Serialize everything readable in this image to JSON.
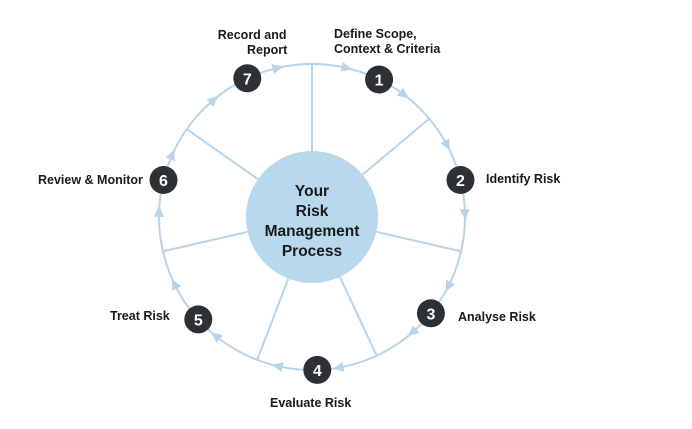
{
  "colors": {
    "ring": "#b7d4ea",
    "center_fill": "#b8d8ee",
    "badge": "#2e3133",
    "badge_text": "#ffffff",
    "text": "#1a1a1a"
  },
  "center": {
    "lines": [
      "Your",
      "Risk",
      "Management",
      "Process"
    ]
  },
  "steps": [
    {
      "number": "1",
      "label": [
        "Define Scope,",
        "Context & Criteria"
      ]
    },
    {
      "number": "2",
      "label": [
        "Identify Risk"
      ]
    },
    {
      "number": "3",
      "label": [
        "Analyse Risk"
      ]
    },
    {
      "number": "4",
      "label": [
        "Evaluate Risk"
      ]
    },
    {
      "number": "5",
      "label": [
        "Treat Risk"
      ]
    },
    {
      "number": "6",
      "label": [
        "Review & Monitor"
      ]
    },
    {
      "number": "7",
      "label": [
        "Record and",
        "Report"
      ]
    }
  ]
}
